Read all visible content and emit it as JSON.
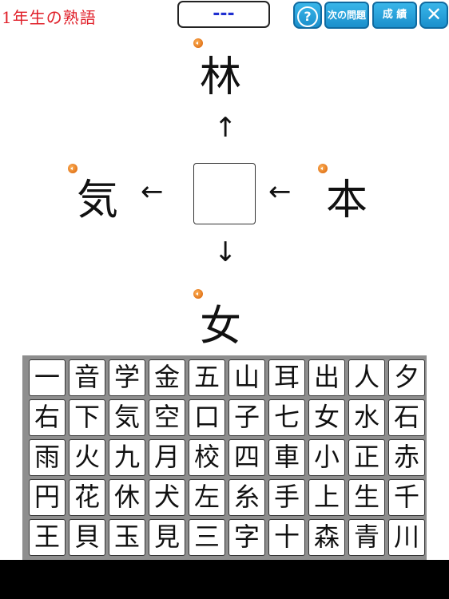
{
  "header": {
    "title": "1年生の熟語",
    "answer_display": "---",
    "help_label": "?",
    "next_label": "次の問題",
    "score_label": "成 績",
    "close_label": "✕"
  },
  "puzzle": {
    "top": "林",
    "left": "気",
    "right": "本",
    "bottom": "女",
    "arrow_up": "↑",
    "arrow_left": "←",
    "arrow_right": "←",
    "arrow_down": "↓",
    "answer": ""
  },
  "keyboard": {
    "rows": [
      [
        "一",
        "音",
        "学",
        "金",
        "五",
        "山",
        "耳",
        "出",
        "人",
        "夕"
      ],
      [
        "右",
        "下",
        "気",
        "空",
        "口",
        "子",
        "七",
        "女",
        "水",
        "石"
      ],
      [
        "雨",
        "火",
        "九",
        "月",
        "校",
        "四",
        "車",
        "小",
        "正",
        "赤"
      ],
      [
        "円",
        "花",
        "休",
        "犬",
        "左",
        "糸",
        "手",
        "上",
        "生",
        "千"
      ],
      [
        "王",
        "貝",
        "玉",
        "見",
        "三",
        "字",
        "十",
        "森",
        "青",
        "川"
      ]
    ]
  },
  "colors": {
    "title": "#e0202a",
    "answer_text": "#1f2fd0",
    "button": "#1b8fcc",
    "grid_bg": "#8e8e8e"
  }
}
